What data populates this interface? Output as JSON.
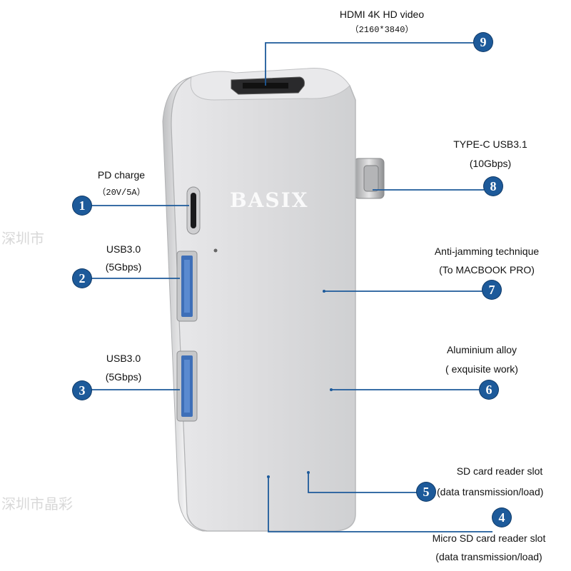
{
  "watermark": {
    "brand": "BASIX",
    "cjk": [
      "深圳市",
      "深圳市晶彩"
    ]
  },
  "colors": {
    "callout_line": "#1d5a9a",
    "badge_fill": "#1d5a9a",
    "device_body": "#dcdcde"
  },
  "callouts": [
    {
      "number": "1",
      "lines": [
        "PD charge",
        "（20V/5A）"
      ]
    },
    {
      "number": "2",
      "lines": [
        "USB3.0",
        "(5Gbps)"
      ]
    },
    {
      "number": "3",
      "lines": [
        "USB3.0",
        "(5Gbps)"
      ]
    },
    {
      "number": "4",
      "lines": [
        "Micro SD card reader slot",
        "(data transmission/load)"
      ]
    },
    {
      "number": "5",
      "lines": [
        "SD card reader slot",
        "(data transmission/load)"
      ]
    },
    {
      "number": "6",
      "lines": [
        "Aluminium alloy",
        "( exquisite work)"
      ]
    },
    {
      "number": "7",
      "lines": [
        "Anti-jamming technique",
        "(To MACBOOK PRO)"
      ]
    },
    {
      "number": "8",
      "lines": [
        "TYPE-C USB3.1",
        "(10Gbps)"
      ]
    },
    {
      "number": "9",
      "lines": [
        "HDMI 4K HD video",
        "（2160*3840）"
      ]
    }
  ]
}
